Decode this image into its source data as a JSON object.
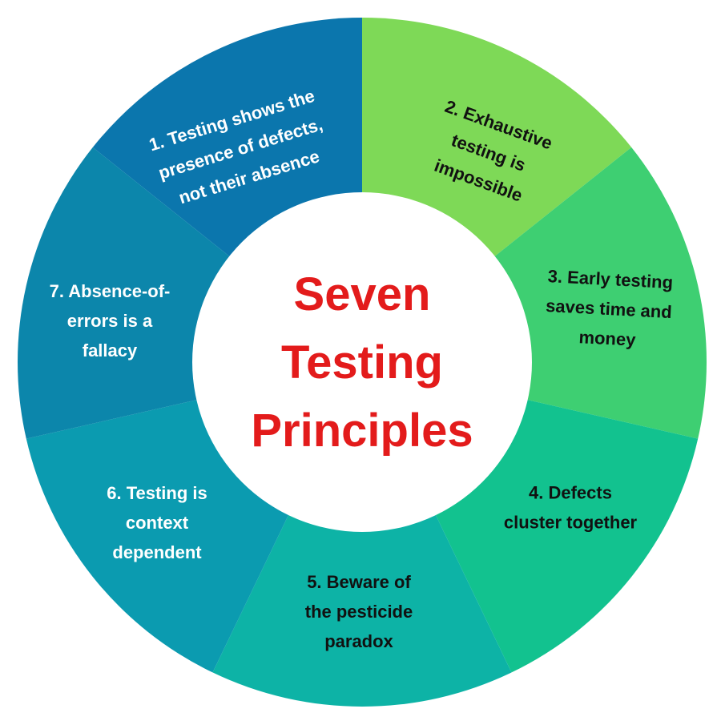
{
  "title_lines": [
    "Seven",
    "Testing",
    "Principles"
  ],
  "segments": [
    {
      "lines": [
        "1. Testing shows the",
        "presence of defects,",
        "not their absence"
      ],
      "color": "#0b76ad",
      "text_color": "#ffffff"
    },
    {
      "lines": [
        "2. Exhaustive",
        "testing is",
        "impossible"
      ],
      "color": "#7ed957",
      "text_color": "#111111"
    },
    {
      "lines": [
        "3. Early testing",
        "saves time and",
        "money"
      ],
      "color": "#3ecf72",
      "text_color": "#111111"
    },
    {
      "lines": [
        "4. Defects",
        "cluster together"
      ],
      "color": "#12c28f",
      "text_color": "#111111"
    },
    {
      "lines": [
        "5. Beware of",
        "the pesticide",
        "paradox"
      ],
      "color": "#0db3a6",
      "text_color": "#111111"
    },
    {
      "lines": [
        "6. Testing is",
        "context",
        "dependent"
      ],
      "color": "#0b9bb0",
      "text_color": "#ffffff"
    },
    {
      "lines": [
        "7. Absence-of-",
        "errors is a",
        "fallacy"
      ],
      "color": "#0c86ab",
      "text_color": "#ffffff"
    }
  ]
}
